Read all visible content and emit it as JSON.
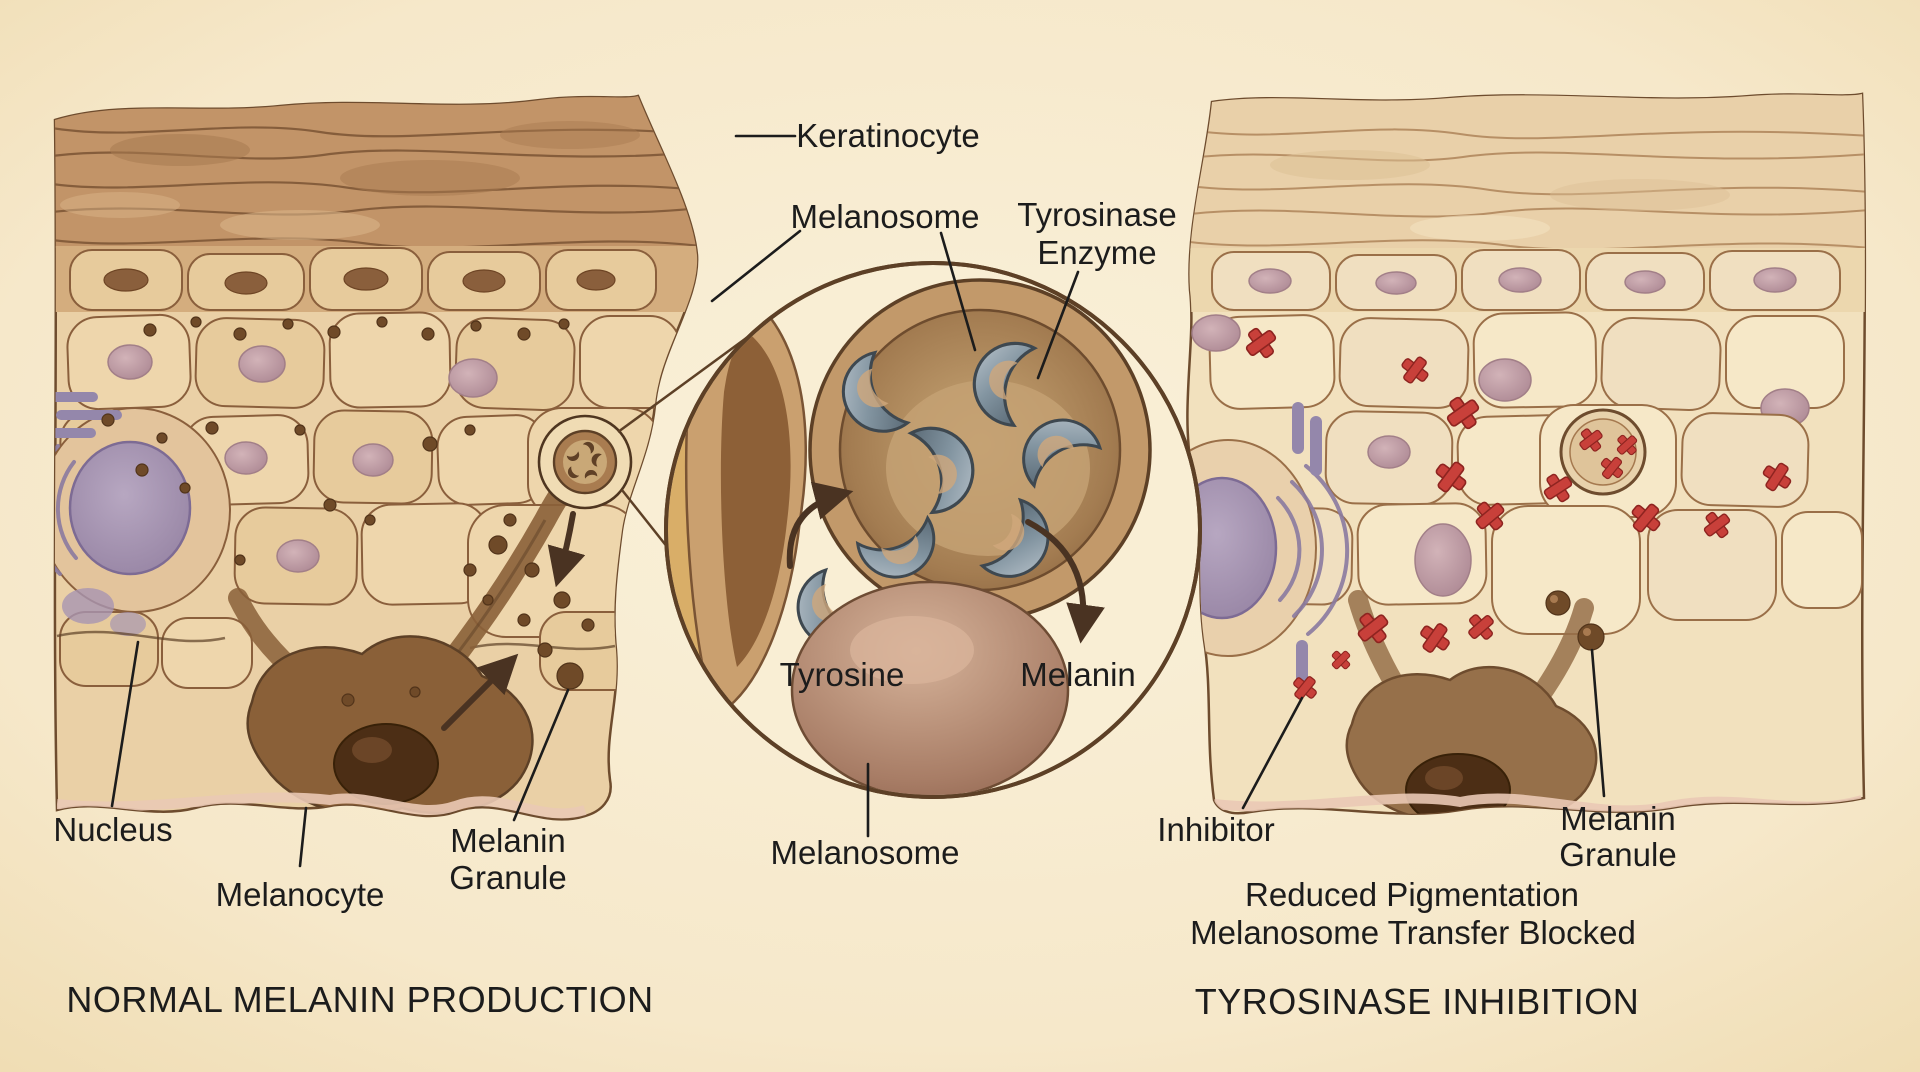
{
  "figure": {
    "type": "medical-illustration",
    "subject": "Melanin production in skin vs tyrosinase inhibition",
    "style": "watercolor on parchment"
  },
  "panels": {
    "left": {
      "title": "NORMAL MELANIN PRODUCTION"
    },
    "right": {
      "title": "TYROSINASE INHIBITION",
      "caption_line1": "Reduced Pigmentation",
      "caption_line2": "Melanosome Transfer Blocked"
    }
  },
  "labels": {
    "keratinocyte": "Keratinocyte",
    "melanosome_top": "Melanosome",
    "tyrosinase_enzyme_line1": "Tyrosinase",
    "tyrosinase_enzyme_line2": "Enzyme",
    "tyrosine": "Tyrosine",
    "melanin": "Melanin",
    "melanosome_bottom": "Melanosome",
    "nucleus": "Nucleus",
    "melanocyte": "Melanocyte",
    "melanin_granule_left_line1": "Melanin",
    "melanin_granule_left_line2": "Granule",
    "inhibitor": "Inhibitor",
    "melanin_granule_right_line1": "Melanin",
    "melanin_granule_right_line2": "Granule"
  },
  "icons": {
    "tyrosinase_crescent": "crescent-enzyme-icon",
    "inhibitor_mark": "red-x-icon",
    "melanin_granule_dot": "brown-granule-icon"
  },
  "colors": {
    "paper_bg": "#f6e8ca",
    "ink_text": "#1c1c1c",
    "outline_brown": "#5d4026",
    "corneum_left": "#c29468",
    "corneum_right": "#e9d0a9",
    "cell_fill_left": "#eed6ac",
    "cell_fill_right": "#f6e8c8",
    "nucleus_purple": "#a795b2",
    "nucleus_mauve": "#c09da4",
    "melanin_brown": "#6f4a28",
    "melanocyte_body": "#8a6038",
    "enzyme_blue_gray": "#8395a1",
    "melanosome_brown": "#8f6742",
    "inhibitor_red": "#c8403a",
    "arrow_brown": "#4a3322",
    "dermis_pink": "#eac9b5"
  }
}
